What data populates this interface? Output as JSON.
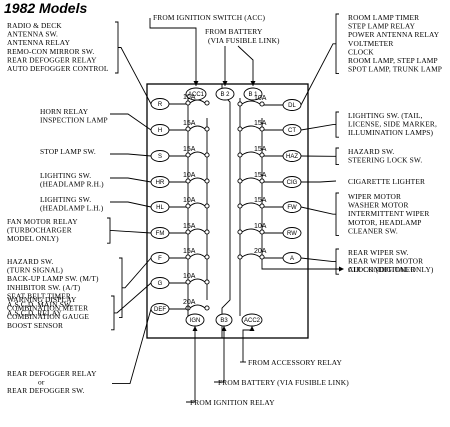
{
  "title": "1982 Models",
  "top_labels": {
    "ignition_switch": "FROM IGNITION SWITCH (ACC)",
    "battery": [
      "FROM BATTERY",
      "(VIA FUSIBLE LINK)"
    ]
  },
  "terminals": {
    "acc1": "ACC1",
    "b2": "B 2",
    "b1": "B 1",
    "ign": "IGN",
    "b3": "B3",
    "acc2": "ACC2"
  },
  "left_fuses": [
    {
      "tag": "R",
      "amp": "10A",
      "label": [
        "RADIO & DECK",
        "ANTENNA SW.",
        "ANTENNA RELAY",
        "REMO-CON MIRROR SW.",
        "REAR DEFOGGER RELAY",
        "AUTO DEFOGGER CONTROL"
      ]
    },
    {
      "tag": "H",
      "amp": "15A",
      "label": [
        "HORN RELAY",
        "INSPECTION LAMP"
      ]
    },
    {
      "tag": "S",
      "amp": "15A",
      "label": [
        "STOP LAMP SW."
      ]
    },
    {
      "tag": "HR",
      "amp": "10A",
      "label": [
        "LIGHTING SW.",
        "(HEADLAMP R.H.)"
      ]
    },
    {
      "tag": "HL",
      "amp": "10A",
      "label": [
        "LIGHTING SW.",
        "(HEADLAMP L.H.)"
      ]
    },
    {
      "tag": "FM",
      "amp": "15A",
      "label": [
        "FAN MOTOR RELAY",
        "(TURBOCHARGER",
        "MODEL ONLY)"
      ]
    },
    {
      "tag": "F",
      "amp": "15A",
      "label": [
        "HAZARD SW.",
        "(TURN SIGNAL)",
        "BACK-UP LAMP SW. (M/T)",
        "INHIBITOR SW. (A/T)",
        "SEAT BELT TIMER",
        "A.S.C.D. MAIN SW.",
        "A.S.C.D. RELAY"
      ]
    },
    {
      "tag": "G",
      "amp": "10A",
      "label": [
        "WARNING DISPLAY",
        "COMBINATION METER",
        "COMBINATION GAUGE",
        "BOOST SENSOR"
      ]
    },
    {
      "tag": "DEF",
      "amp": "20A",
      "label": [
        "REAR DEFOGGER RELAY",
        "or",
        "REAR DEFOGGER SW."
      ]
    }
  ],
  "right_fuses": [
    {
      "tag": "DL",
      "amp": "10A",
      "label": [
        "ROOM LAMP TIMER",
        "STEP LAMP RELAY",
        "POWER ANTENNA RELAY",
        "VOLTMETER",
        "CLOCK",
        "ROOM LAMP, STEP LAMP",
        "SPOT LAMP, TRUNK LAMP"
      ]
    },
    {
      "tag": "CT",
      "amp": "15A",
      "label": [
        "LIGHTING SW. (TAIL,",
        "LICENSE, SIDE MARKER,",
        "ILLUMINATION LAMPS)"
      ]
    },
    {
      "tag": "HAZ",
      "amp": "15A",
      "label": [
        "HAZARD SW.",
        "STEERING LOCK SW."
      ]
    },
    {
      "tag": "CIG",
      "amp": "15A",
      "label": [
        "CIGARETTE LIGHTER"
      ]
    },
    {
      "tag": "FW",
      "amp": "15A",
      "label": [
        "WIPER MOTOR",
        "WASHER MOTOR",
        "INTERMITTENT WIPER",
        "MOTOR, HEADLAMP",
        "CLEANER SW."
      ]
    },
    {
      "tag": "RW",
      "amp": "10A",
      "label": []
    },
    {
      "tag": "A",
      "amp": "20A",
      "label": [
        "REAR WIPER SW.",
        "REAR WIPER MOTOR",
        "CLOCK (DIGITAL ONLY)"
      ]
    },
    {
      "tag": "",
      "amp": "",
      "label": [
        "AIR CONDITIONER"
      ]
    }
  ],
  "bottom_labels": {
    "accessory_relay": "FROM ACCESSORY RELAY",
    "battery": "FROM BATTERY (VIA FUSIBLE LINK)",
    "ignition_relay": "FROM IGNITION RELAY"
  }
}
